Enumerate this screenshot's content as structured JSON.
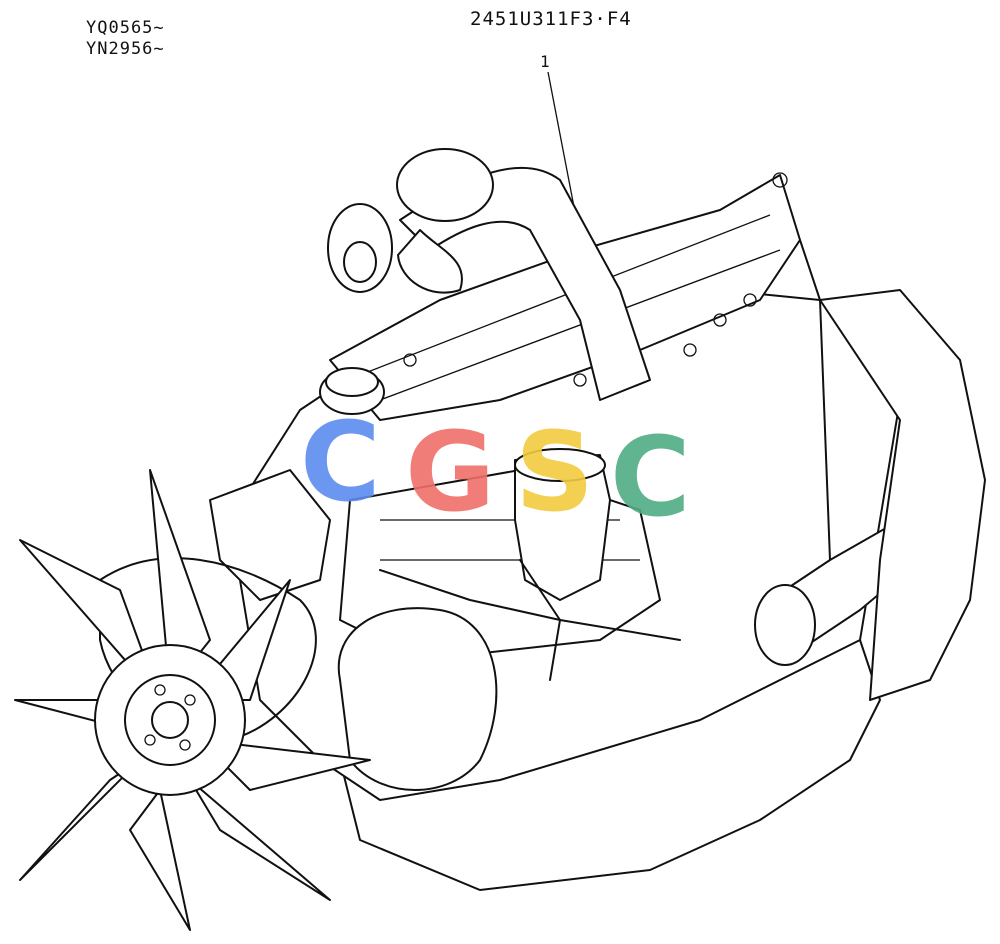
{
  "serial_ranges": [
    "YQ0565~",
    "YN2956~"
  ],
  "part_number": "2451U311F3·F4",
  "callout_label": "1",
  "watermark": {
    "text": "CGSC",
    "colors": {
      "c1": "#5b8cf0",
      "g": "#ef6f6a",
      "s": "#f2cc3f",
      "c2": "#4fae84"
    }
  }
}
